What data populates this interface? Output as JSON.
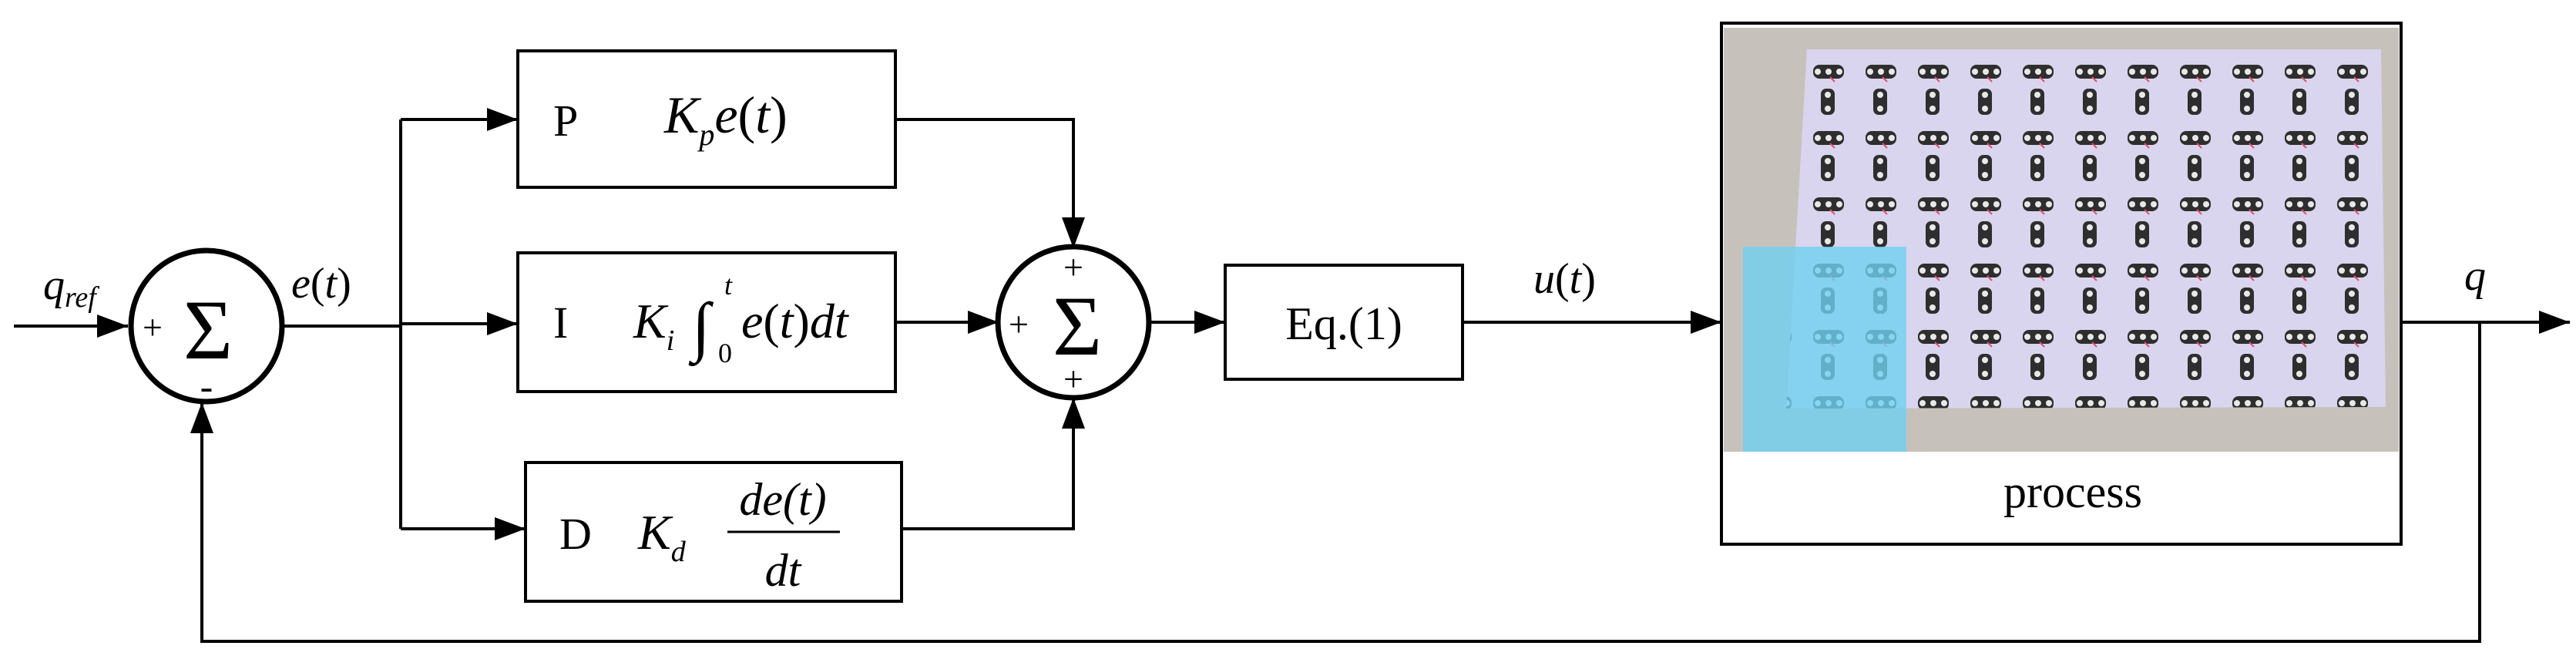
{
  "signals": {
    "reference": {
      "base": "q",
      "subscript": "ref"
    },
    "error": {
      "func": "e",
      "arg": "t"
    },
    "control": {
      "func": "u",
      "arg": "t"
    },
    "output": "q"
  },
  "summers": {
    "error_sum": {
      "symbol": "Σ",
      "sign_left": "+",
      "sign_bottom": "-"
    },
    "pid_sum": {
      "symbol": "Σ",
      "sign_top": "+",
      "sign_left": "+",
      "sign_bottom": "+"
    }
  },
  "blocks": {
    "p": {
      "letter": "P",
      "gain": "K",
      "gain_sub": "p",
      "func": "e",
      "arg": "t"
    },
    "i": {
      "letter": "I",
      "gain": "K",
      "gain_sub": "i",
      "integral": "∫",
      "upper": "t",
      "lower": "0",
      "func": "e",
      "arg": "t",
      "dt": "dt"
    },
    "d": {
      "letter": "D",
      "gain": "K",
      "gain_sub": "d",
      "numerator": "de(t)",
      "denominator": "dt"
    },
    "eq": {
      "label": "Eq.(1)"
    },
    "process": {
      "label": "process",
      "image_description_icon": "robot-array-photo"
    }
  },
  "colors": {
    "line": "#000000",
    "platform": "#d9d5ee",
    "overlay": "#6fd0f0",
    "floor": "#bcb7b0"
  }
}
